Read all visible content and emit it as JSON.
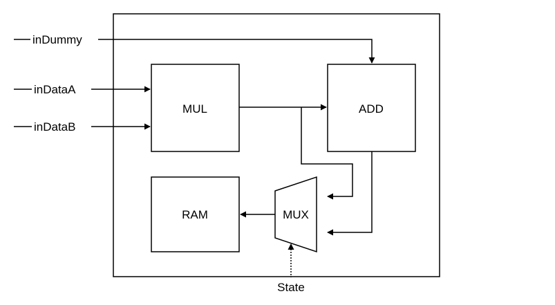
{
  "diagram": {
    "blocks": {
      "mul": "MUL",
      "add": "ADD",
      "ram": "RAM",
      "mux": "MUX"
    },
    "inputs": {
      "dummy": "inDummy",
      "data_a": "inDataA",
      "data_b": "inDataB",
      "state": "State"
    },
    "colors": {
      "stroke": "#000000",
      "background": "#ffffff"
    }
  }
}
